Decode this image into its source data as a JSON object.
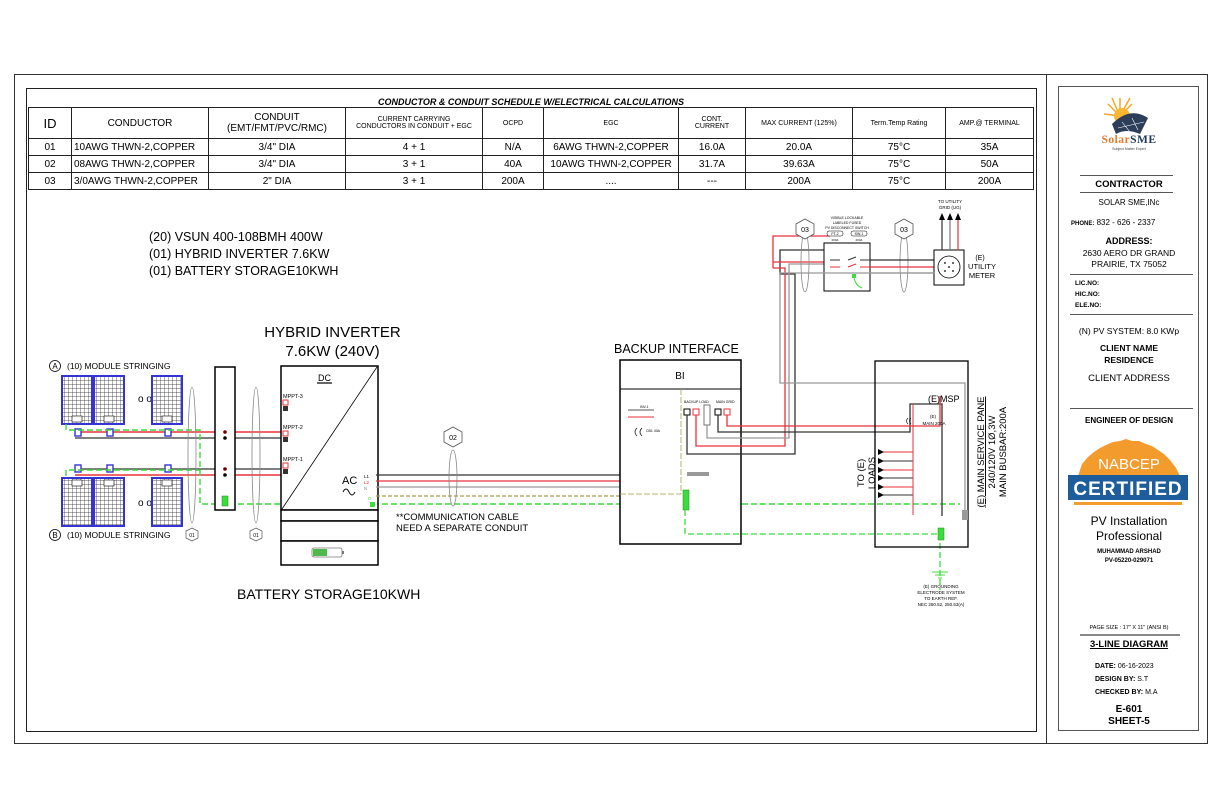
{
  "schedule": {
    "title": "CONDUCTOR & CONDUIT SCHEDULE W/ELECTRICAL CALCULATIONS",
    "headers": [
      "ID",
      "CONDUCTOR",
      "CONDUIT (EMT/FMT/PVC/RMC)",
      "CURRENT CARRYING CONDUCTORS IN CONDUIT + EGC",
      "OCPD",
      "EGC",
      "CONT. CURRENT",
      "MAX CURRENT (125%)",
      "Term.Temp Rating",
      "AMP.@ TERMINAL"
    ],
    "header_conduit_line1": "CONDUIT",
    "header_conduit_line2": "(EMT/FMT/PVC/RMC)",
    "header_ccc_line1": "CURRENT CARRYING",
    "header_ccc_line2": "CONDUCTORS IN CONDUIT + EGC",
    "header_cont_line1": "CONT.",
    "header_cont_line2": "CURRENT",
    "rows": [
      [
        "01",
        "10AWG THWN-2,COPPER",
        "3/4\" DIA",
        "4 + 1",
        "N/A",
        "6AWG THWN-2,COPPER",
        "16.0A",
        "20.0A",
        "75°C",
        "35A"
      ],
      [
        "02",
        "08AWG THWN-2,COPPER",
        "3/4\" DIA",
        "3 + 1",
        "40A",
        "10AWG THWN-2,COPPER",
        "31.7A",
        "39.63A",
        "75°C",
        "50A"
      ],
      [
        "03",
        "3/0AWG THWN-2,COPPER",
        "2\" DIA",
        "3 + 1",
        "200A",
        "....",
        "---",
        "200A",
        "75°C",
        "200A"
      ]
    ]
  },
  "equipment_list": [
    "(20) VSUN 400-108BMH 400W",
    "(01) HYBRID INVERTER 7.6KW",
    "(01) BATTERY STORAGE10KWH"
  ],
  "diagram": {
    "inverter_title_1": "HYBRID INVERTER",
    "inverter_title_2": "7.6KW  (240V)",
    "dc_label": "DC",
    "ac_label": "AC",
    "mppt": [
      "MPPT-3",
      "MPPT-2",
      "MPPT-1"
    ],
    "ac_terminals": [
      "L1",
      "L2",
      "N",
      "G"
    ],
    "string_a": "(10) MODULE STRINGING",
    "string_b": "(10) MODULE STRINGING",
    "string_a_tag": "A",
    "string_b_tag": "B",
    "battery_label": "BATTERY STORAGE10KWH",
    "comm_note_1": "**COMMUNICATION CABLE",
    "comm_note_2": "NEED A SEPARATE CONDUIT",
    "conduit_tags": [
      "01",
      "01",
      "02",
      "03",
      "03"
    ],
    "backup_interface_title": "BACKUP INTERFACE",
    "bi_label": "BI",
    "bi_inv": "INV.1",
    "bi_cb": "CB1 40A",
    "bi_backup_load": "BACKUP LOAD",
    "bi_main_grid": "MAIN GRID",
    "disconnect_note_1": "VISIBLE LOCKABLE",
    "disconnect_note_2": "LABELED FUSED",
    "disconnect_note_3": "PV DISCONNECT SWITCH",
    "disconnect_fuse_1": "FT-2",
    "disconnect_fuse_2": "SW-1",
    "disconnect_rating_1": "200A",
    "disconnect_rating_2": "200A",
    "to_utility_1": "TO UTILITY",
    "to_utility_2": "GRID (UG)",
    "meter_1": "(E)",
    "meter_2": "UTILITY",
    "meter_3": "METER",
    "msp_label": "(E)MSP",
    "msp_main_1": "(E)",
    "msp_main_2": "MAIN 200A",
    "to_loads_1": "TO (E)",
    "to_loads_2": "LOADS",
    "msp_side_1": "(E) MAIN SERVICE PANE",
    "msp_side_2": "240/120V 1Ø,3W",
    "msp_side_3": "MAIN BUSBAR:200A",
    "ground_1": "(E) GROUNDING",
    "ground_2": "ELECTRODE SYSTEM",
    "ground_3": "TO EARTH REF.",
    "ground_4": "NEC 250.52, 250.53(A)"
  },
  "title_block": {
    "logo_name_1": "Solar",
    "logo_name_2": "SME",
    "logo_tagline": "Subject Matter Expert",
    "contractor_heading": "CONTRACTOR",
    "contractor_name": "SOLAR SME,INc",
    "phone_label": "PHONE:",
    "phone": "832 - 626 - 2337",
    "address_label": "ADDRESS:",
    "address_1": "2630 AERO DR GRAND",
    "address_2": "PRAIRIE, TX 75052",
    "lic": "LIC.NO:",
    "hic": "HIC.NO:",
    "ele": "ELE.NO:",
    "pv_system": "(N) PV SYSTEM: 8.0 KWp",
    "client_name": "CLIENT NAME",
    "residence": "RESIDENCE",
    "client_address": "CLIENT ADDRESS",
    "engineer_heading": "ENGINEER OF DESIGN",
    "nabcep": "NABCEP",
    "certified": "CERTIFIED",
    "pv_install_1": "PV Installation",
    "pv_install_2": "Professional",
    "engineer_name": "MUHAMMAD ARSHAD",
    "engineer_id": "PV-05220-029071",
    "page_size": "PAGE SIZE : 17\" X 11\" (ANSI B)",
    "sheet_title": "3-LINE DIAGRAM",
    "date_label": "DATE:",
    "date": "06-16-2023",
    "design_label": "DESIGN BY:",
    "design_by": "S.T",
    "checked_label": "CHECKED BY:",
    "checked_by": "M.A",
    "sheet_no": "E-601",
    "sheet_num": "SHEET-5"
  },
  "colors": {
    "hot": "#e8323a",
    "neutral": "#9a9a9a",
    "ground": "#3cdc3c",
    "module": "#3434d6",
    "nabcep_orange": "#f49b2e",
    "nabcep_blue": "#1d5d9b",
    "brand_orange": "#e87b2c"
  }
}
